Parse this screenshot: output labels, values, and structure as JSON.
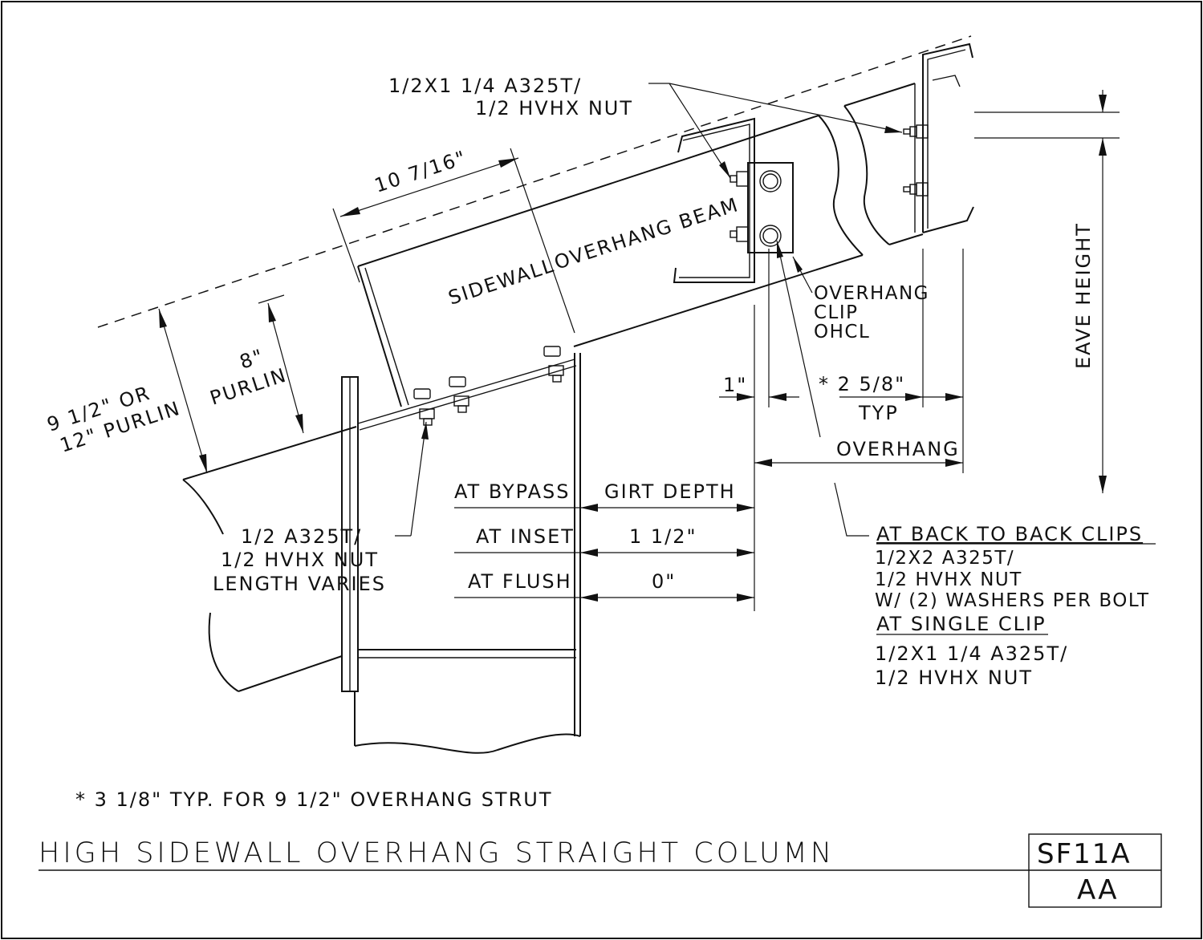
{
  "drawing": {
    "title": "HIGH SIDEWALL OVERHANG STRAIGHT COLUMN",
    "sheet_code": "SF11A",
    "revision": "AA",
    "footnote": "* 3 1/8\" TYP. FOR 9 1/2\" OVERHANG STRUT"
  },
  "labels": {
    "top_bolt_line1": "1/2X1 1/4 A325T/",
    "top_bolt_line2": "1/2 HVHX NUT",
    "dim_top": "10 7/16\"",
    "beam_name_1": "SIDEWALL",
    "beam_name_2": "OVERHANG BEAM",
    "purlin_8_line1": "8\"",
    "purlin_8_line2": "PURLIN",
    "purlin_big_line1": "9 1/2\" OR",
    "purlin_big_line2": "12\" PURLIN",
    "clip_line1": "OVERHANG",
    "clip_line2": "CLIP",
    "clip_line3": "OHCL",
    "eave": "EAVE HEIGHT",
    "dim_1": "1\"",
    "dim_258": "* 2 5/8\"",
    "typ": "TYP",
    "overhang": "OVERHANG",
    "left_bolt_line1": "1/2 A325T/",
    "left_bolt_line2": "1/2 HVHX NUT",
    "left_bolt_line3": "LENGTH VARIES"
  },
  "girt_table": {
    "rows": [
      {
        "condition": "AT BYPASS",
        "value": "GIRT DEPTH"
      },
      {
        "condition": "AT INSET",
        "value": "1 1/2\""
      },
      {
        "condition": "AT FLUSH",
        "value": "0\""
      }
    ]
  },
  "notes": {
    "back_to_back_heading": "AT BACK TO BACK CLIPS",
    "back_to_back_line1": "1/2X2 A325T/",
    "back_to_back_line2": "1/2 HVHX NUT",
    "back_to_back_line3": "W/ (2) WASHERS PER BOLT",
    "single_heading": "AT SINGLE CLIP",
    "single_line1": "1/2X1 1/4 A325T/",
    "single_line2": "1/2 HVHX NUT"
  }
}
